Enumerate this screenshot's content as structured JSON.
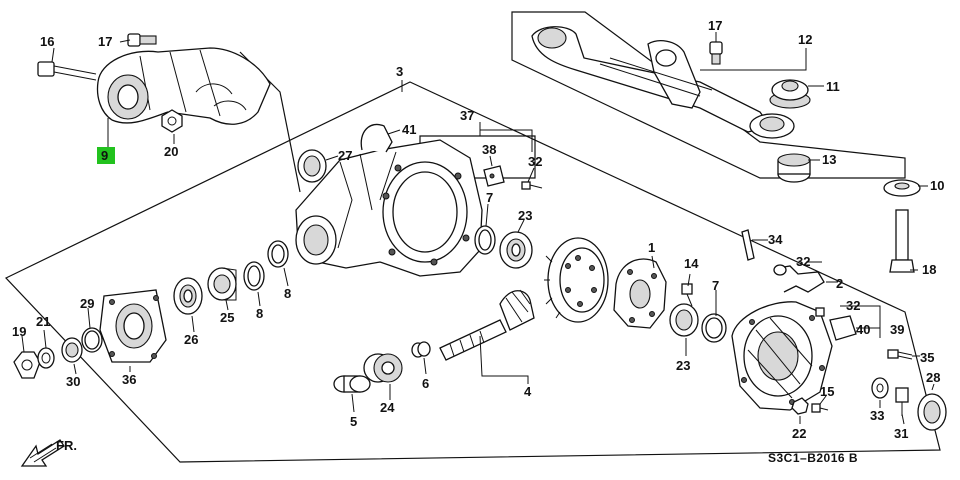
{
  "labels": {
    "p1": "1",
    "p2": "2",
    "p3": "3",
    "p4": "4",
    "p5": "5",
    "p6": "6",
    "p7a": "7",
    "p7b": "7",
    "p8a": "8",
    "p8b": "8",
    "p9": "9",
    "p10": "10",
    "p11": "11",
    "p12": "12",
    "p13": "13",
    "p14": "14",
    "p15": "15",
    "p16": "16",
    "p17a": "17",
    "p17b": "17",
    "p18": "18",
    "p19": "19",
    "p20": "20",
    "p21": "21",
    "p22": "22",
    "p23a": "23",
    "p23b": "23",
    "p24": "24",
    "p25": "25",
    "p26": "26",
    "p27": "27",
    "p28": "28",
    "p29": "29",
    "p30": "30",
    "p31": "31",
    "p32a": "32",
    "p32b": "32",
    "p32c": "32",
    "p33": "33",
    "p34": "34",
    "p35": "35",
    "p36": "36",
    "p37": "37",
    "p38": "38",
    "p39": "39",
    "p40": "40",
    "p41": "41"
  },
  "diagram_code": "S3C1–B2016 B",
  "front_marker": "FR.",
  "highlight_color": "#22c21e"
}
